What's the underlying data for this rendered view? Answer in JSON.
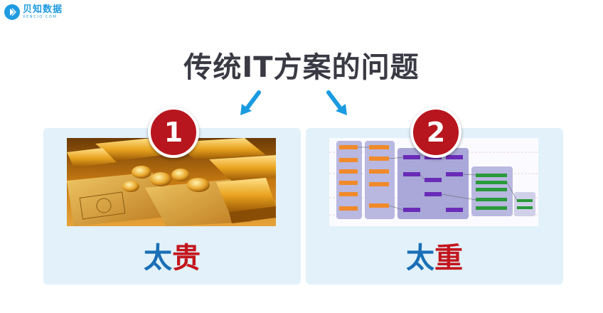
{
  "logo": {
    "name": "贝知数据",
    "tagline": "XENCIO.COM",
    "brand_color": "#1f9be0"
  },
  "title": "传统IT方案的问题",
  "arrow_color": "#1a9ae0",
  "panels": [
    {
      "number": "1",
      "image": "gold-and-money-image",
      "caption_part1": "太",
      "caption_part2": "贵"
    },
    {
      "number": "2",
      "image": "architecture-diagram-image",
      "caption_part1": "太",
      "caption_part2": "重"
    }
  ],
  "colors": {
    "badge": "#b8161e",
    "caption_blue": "#1a6fb5",
    "caption_red": "#c3161c",
    "panel_bg": "#e2f1fa"
  }
}
